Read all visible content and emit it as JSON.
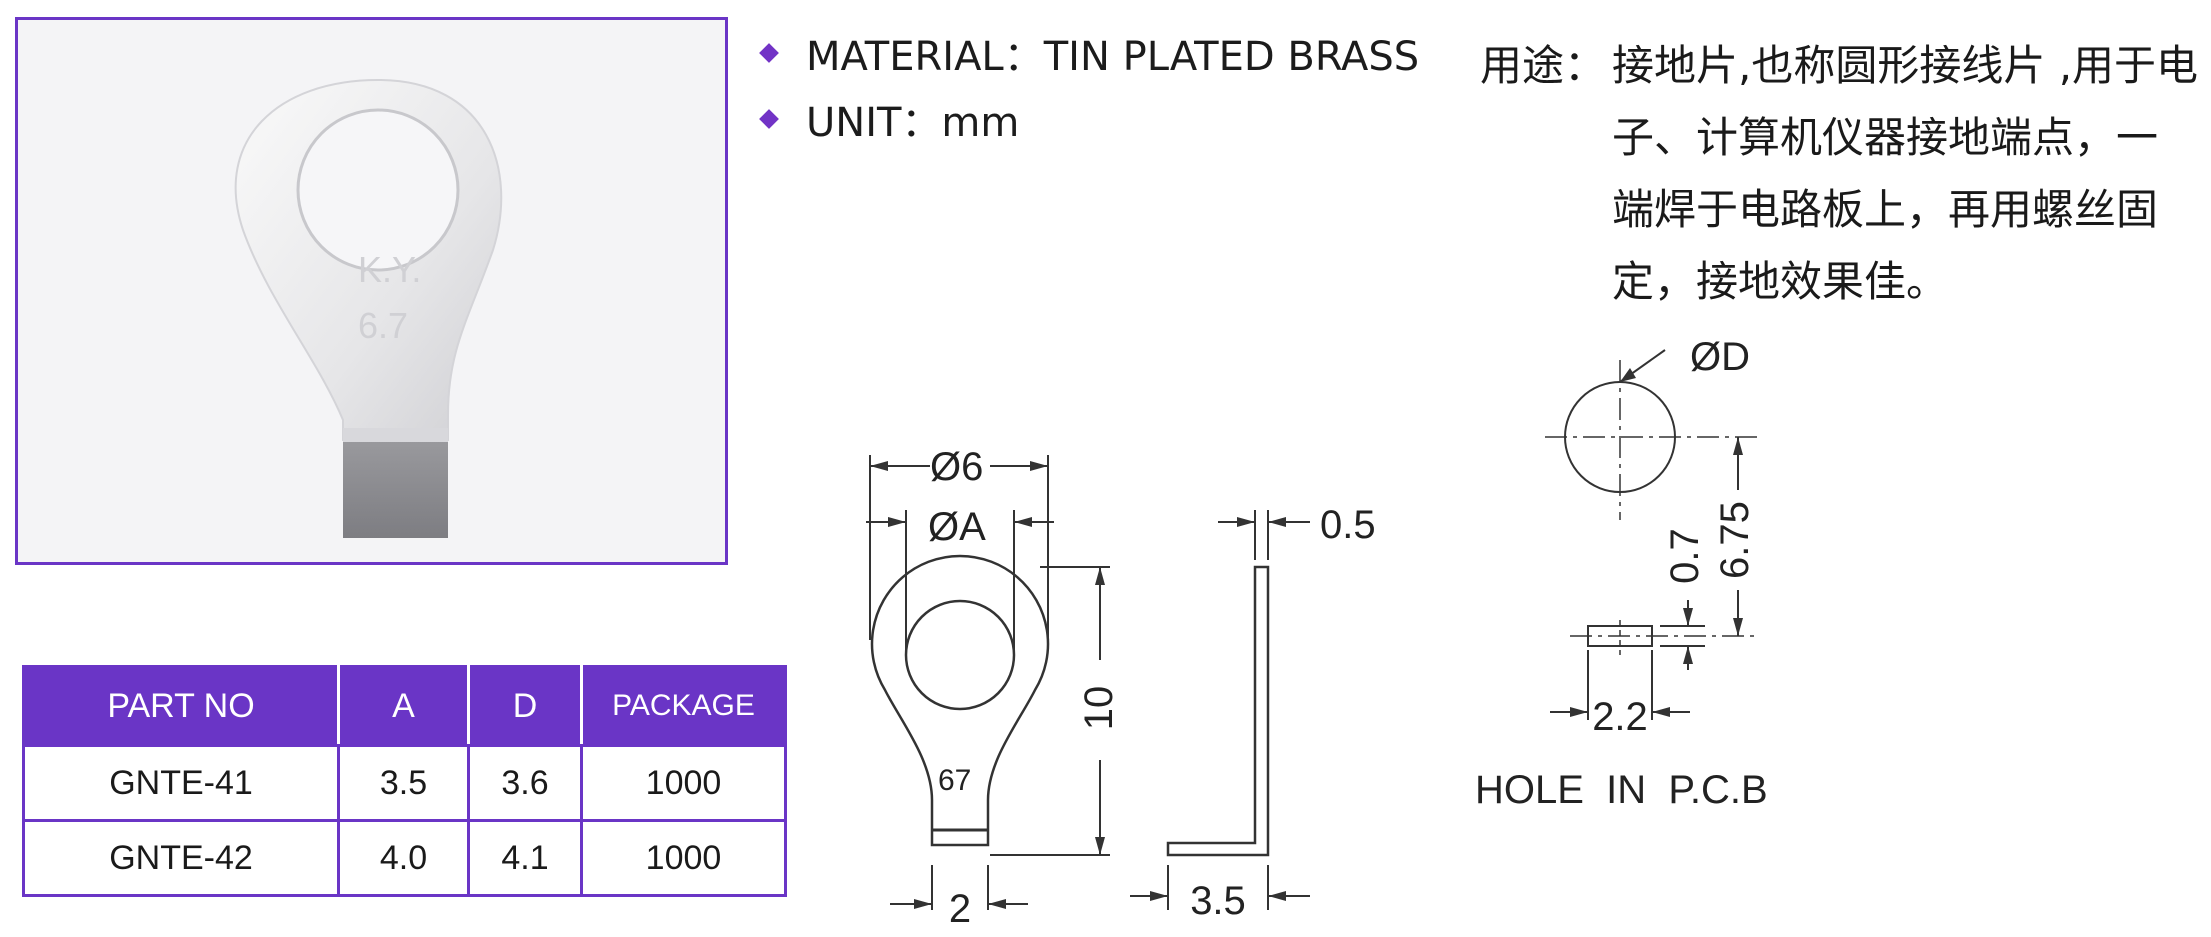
{
  "specs": [
    {
      "text": "MATERIAL：TIN PLATED BRASS"
    },
    {
      "text": "UNIT：mm"
    }
  ],
  "usage": {
    "label": "用途：",
    "lines": [
      "接地片,也称圆形接线片 ,用于电",
      "子、计算机仪器接地端点，一",
      "端焊于电路板上，再用螺丝固",
      "定，接地效果佳。"
    ]
  },
  "photo": {
    "marking_line1": "K.Y.",
    "marking_line2": "6.7"
  },
  "table": {
    "headers": [
      "PART NO",
      "A",
      "D",
      "PACKAGE"
    ],
    "rows": [
      [
        "GNTE-41",
        "3.5",
        "3.6",
        "1000"
      ],
      [
        "GNTE-42",
        "4.0",
        "4.1",
        "1000"
      ]
    ]
  },
  "drawing": {
    "dim_outer_dia": "Ø6",
    "dim_inner_dia": "ØA",
    "dim_length": "10",
    "dim_tab_width": "2",
    "part_marking": "67",
    "dim_thickness": "0.5",
    "dim_leg": "3.5"
  },
  "pcb": {
    "dim_hole_dia": "ØD",
    "dim_center_to_slot": "6.75",
    "dim_slot_width": "0.7",
    "dim_slot_length": "2.2",
    "caption": "HOLE  IN  P.C.B"
  },
  "colors": {
    "accent": "#6a35c6"
  }
}
